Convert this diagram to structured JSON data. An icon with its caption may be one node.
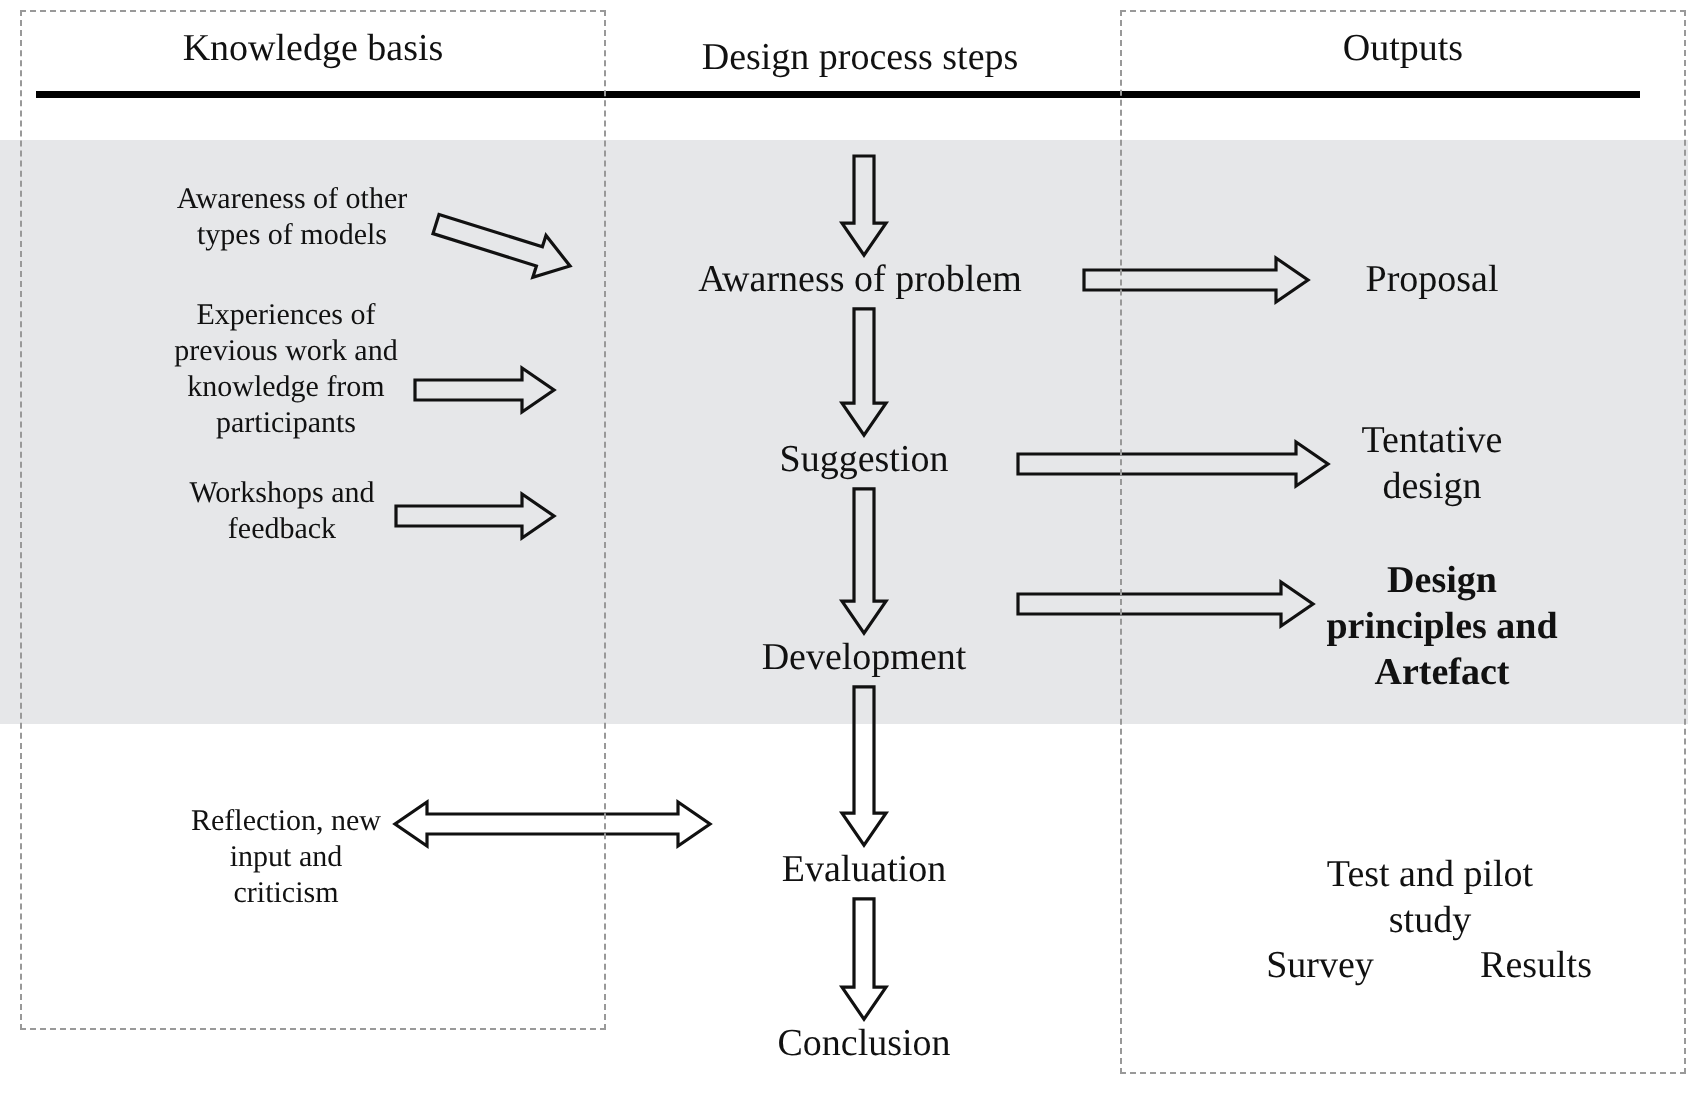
{
  "diagram": {
    "nodes": [
      {
        "text": [
          "Knowledge basis"
        ]
      },
      {
        "text": [
          "Awareness of other types of models"
        ],
        "in": 0
      },
      {
        "text": [
          "Experiences of previous work and knowledge from participants"
        ],
        "in": 0
      },
      {
        "text": [
          "Workshops and feedback"
        ],
        "in": 0
      },
      {
        "text": [
          "Reflection, new input and criticism"
        ],
        "in": 0
      },
      {
        "text": [
          "Awarness of problem"
        ]
      },
      {
        "text": [
          "Suggestion"
        ]
      },
      {
        "text": [
          "Development"
        ]
      },
      {
        "text": [
          "Evaluation"
        ]
      },
      {
        "text": [
          "Conclusion"
        ]
      },
      {
        "text": [
          "Outputs"
        ]
      },
      {
        "text": [
          "Proposal"
        ],
        "in": 10
      },
      {
        "text": [
          "Tentative design"
        ],
        "in": 10
      },
      {
        "text": [
          "Design principles and Artefact"
        ],
        "in": 10
      }
    ],
    "edges": [
      {
        "from": 1,
        "to": null,
        "arrow": "to"
      },
      {
        "from": 2,
        "to": null,
        "arrow": "to"
      },
      {
        "from": 3,
        "to": null,
        "arrow": "to"
      },
      {
        "from": 4,
        "to": 8,
        "arrow": "both"
      },
      {
        "from": null,
        "to": 5,
        "arrow": "to"
      },
      {
        "from": 5,
        "to": 6,
        "arrow": "to"
      },
      {
        "from": 6,
        "to": 7,
        "arrow": "to"
      },
      {
        "from": 7,
        "to": 8,
        "arrow": "to"
      },
      {
        "from": 8,
        "to": 9,
        "arrow": "to"
      },
      {
        "from": 5,
        "to": 11,
        "arrow": "to"
      },
      {
        "from": 6,
        "to": 12,
        "arrow": "to"
      },
      {
        "from": 7,
        "to": 13,
        "arrow": "to"
      }
    ],
    "labels": [
      "Design process steps",
      "Test and pilot study",
      "Survey",
      "Results"
    ]
  }
}
